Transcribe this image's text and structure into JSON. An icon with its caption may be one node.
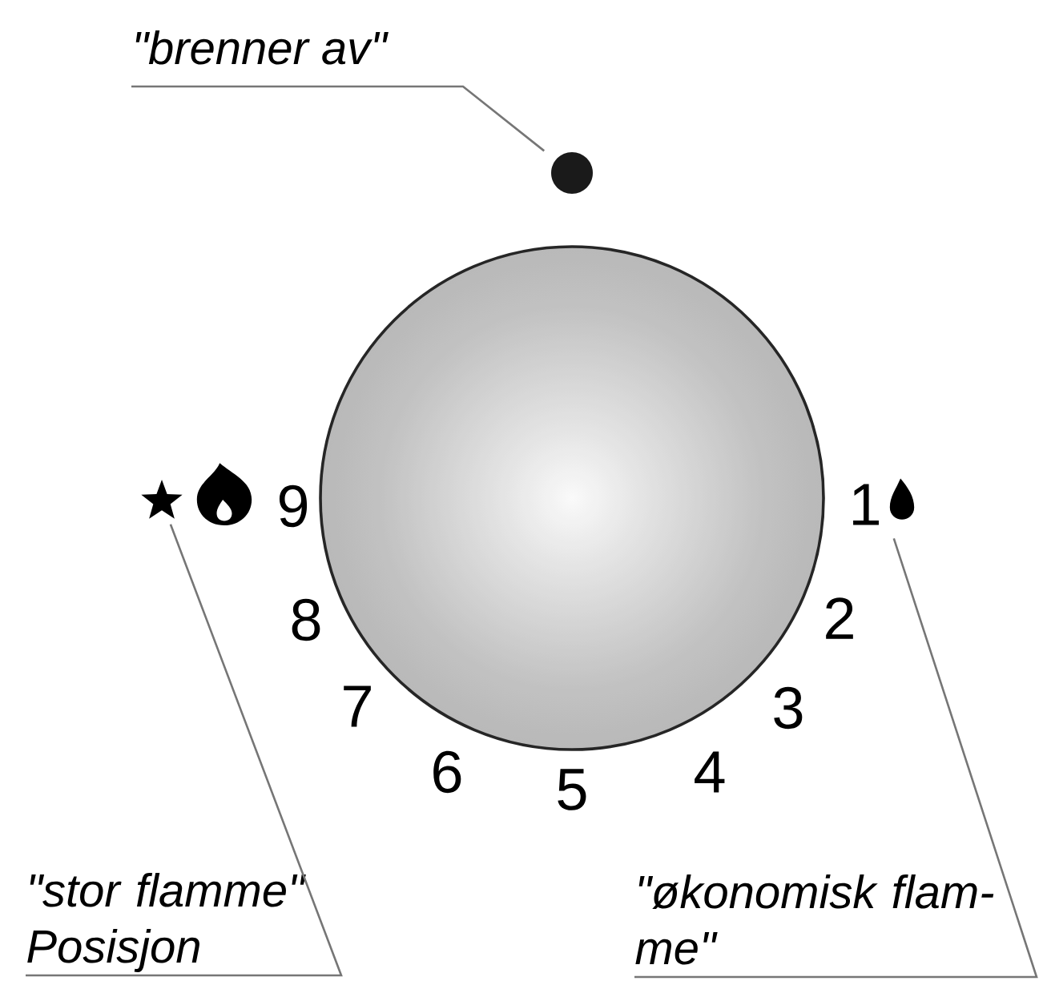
{
  "diagram": {
    "nodes": [
      {
        "text": [
          "\"brenner av\""
        ]
      },
      {
        "text": [],
        "shape": "circle"
      },
      {
        "text": [],
        "shape": "star"
      },
      {
        "text": [],
        "shape": "flame"
      },
      {
        "text": [
          "\"stor flamme\" Posisjon"
        ]
      },
      {
        "text": [
          "\"økonomisk flam- me\""
        ]
      }
    ],
    "edges": [
      {
        "from": 0,
        "to": 1,
        "arrow": "none"
      },
      {
        "from": 4,
        "to": 2,
        "arrow": "none"
      },
      {
        "from": 5,
        "to": 3,
        "arrow": "none"
      }
    ],
    "labels": [
      "9",
      "1",
      "8",
      "2",
      "7",
      "3",
      "6",
      "4",
      "5"
    ]
  }
}
